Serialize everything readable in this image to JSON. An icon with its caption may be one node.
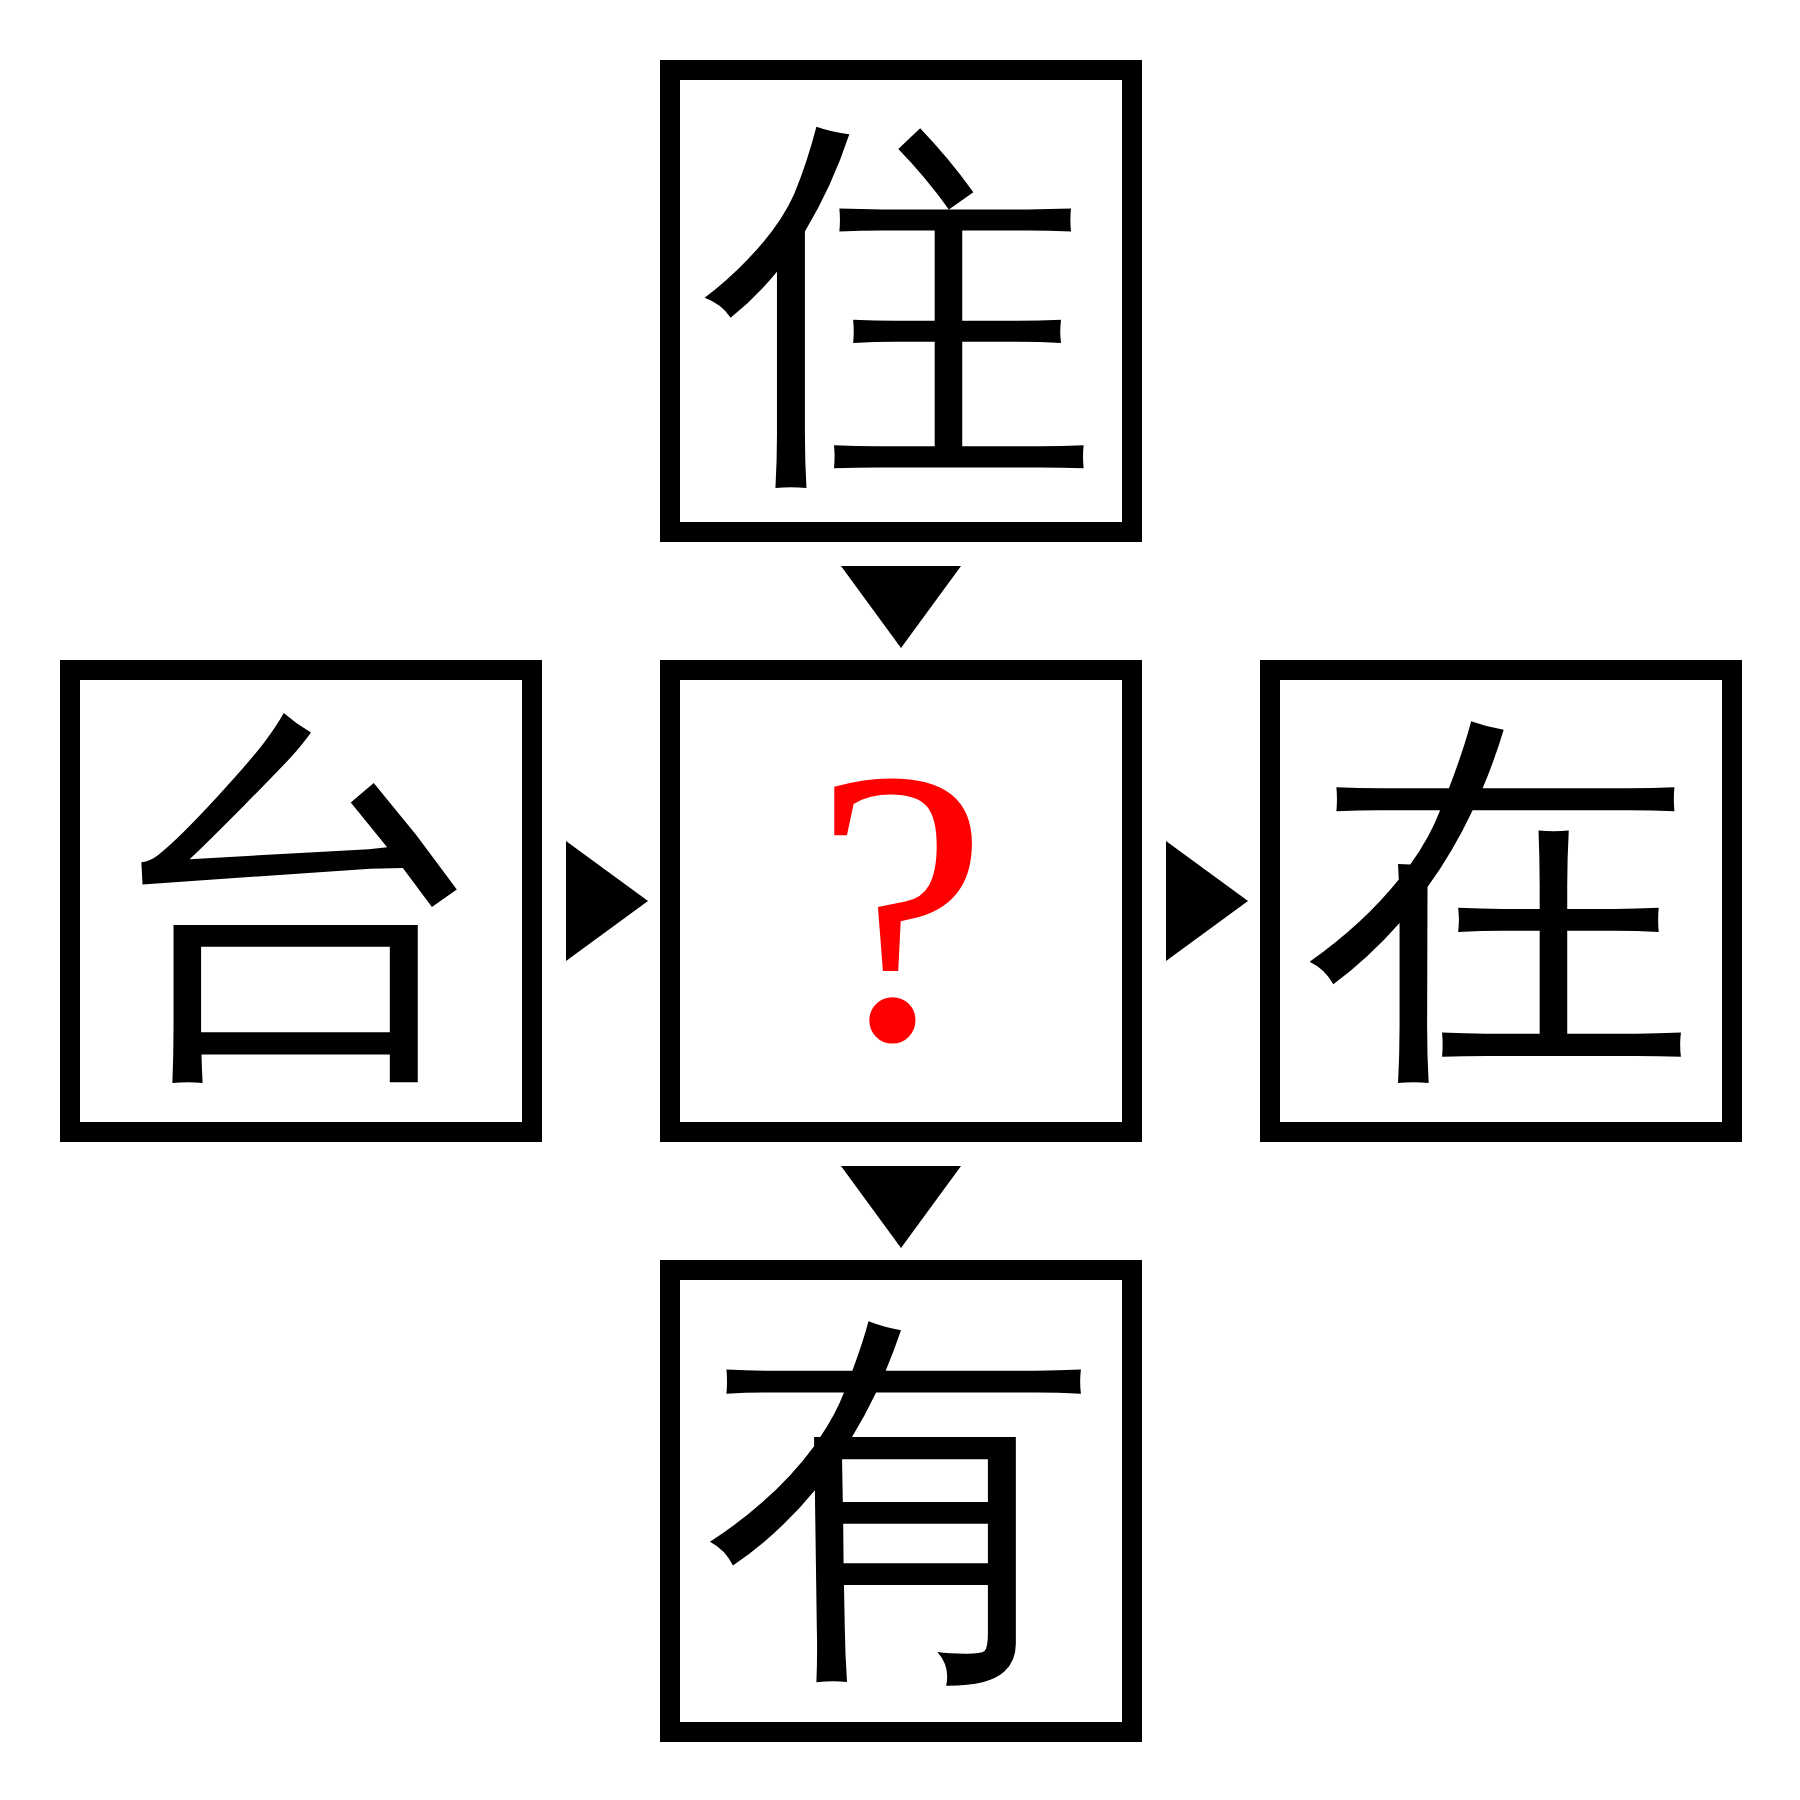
{
  "diagram": {
    "nodes": [
      {
        "text": [
          "住"
        ]
      },
      {
        "text": [
          "台"
        ]
      },
      {
        "text": [
          "?"
        ]
      },
      {
        "text": [
          "在"
        ]
      },
      {
        "text": [
          "有"
        ]
      }
    ],
    "edges": [
      {
        "from": 0,
        "to": 2,
        "arrow": "to"
      },
      {
        "from": 1,
        "to": 2,
        "arrow": "to"
      },
      {
        "from": 2,
        "to": 3,
        "arrow": "to"
      },
      {
        "from": 2,
        "to": 4,
        "arrow": "to"
      }
    ]
  }
}
